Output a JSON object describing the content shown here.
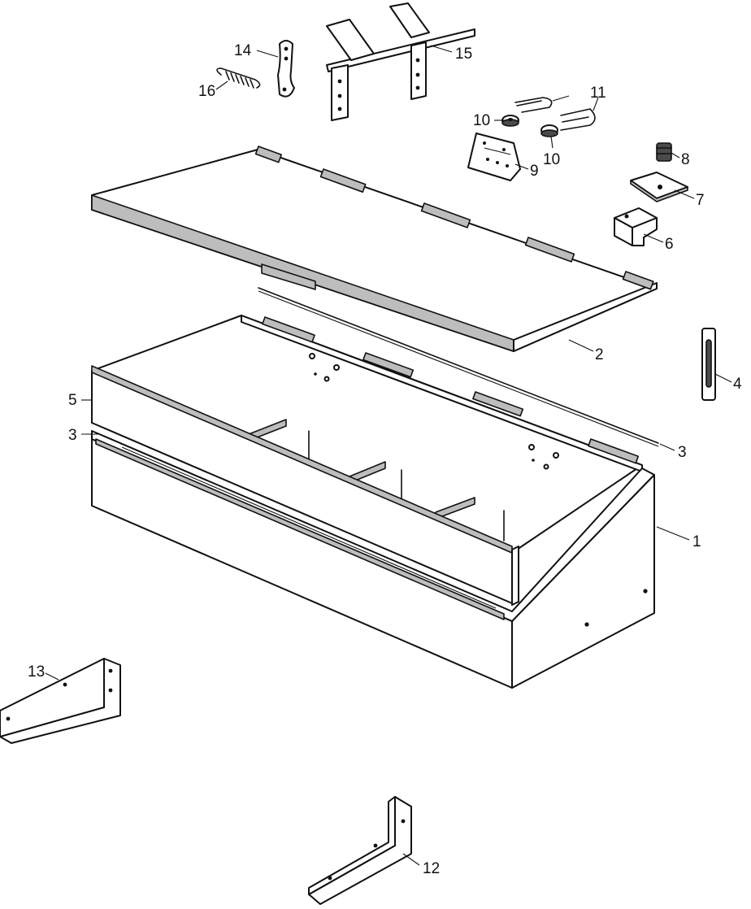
{
  "callouts": [
    {
      "id": "1",
      "text": "1"
    },
    {
      "id": "2",
      "text": "2"
    },
    {
      "id": "3a",
      "text": "3"
    },
    {
      "id": "3b",
      "text": "3"
    },
    {
      "id": "4",
      "text": "4"
    },
    {
      "id": "5",
      "text": "5"
    },
    {
      "id": "6",
      "text": "6"
    },
    {
      "id": "7",
      "text": "7"
    },
    {
      "id": "8",
      "text": "8"
    },
    {
      "id": "9",
      "text": "9"
    },
    {
      "id": "10a",
      "text": "10"
    },
    {
      "id": "10b",
      "text": "10"
    },
    {
      "id": "11",
      "text": "11"
    },
    {
      "id": "12",
      "text": "12"
    },
    {
      "id": "13",
      "text": "13"
    },
    {
      "id": "14",
      "text": "14"
    },
    {
      "id": "15",
      "text": "15"
    },
    {
      "id": "16",
      "text": "16"
    }
  ]
}
